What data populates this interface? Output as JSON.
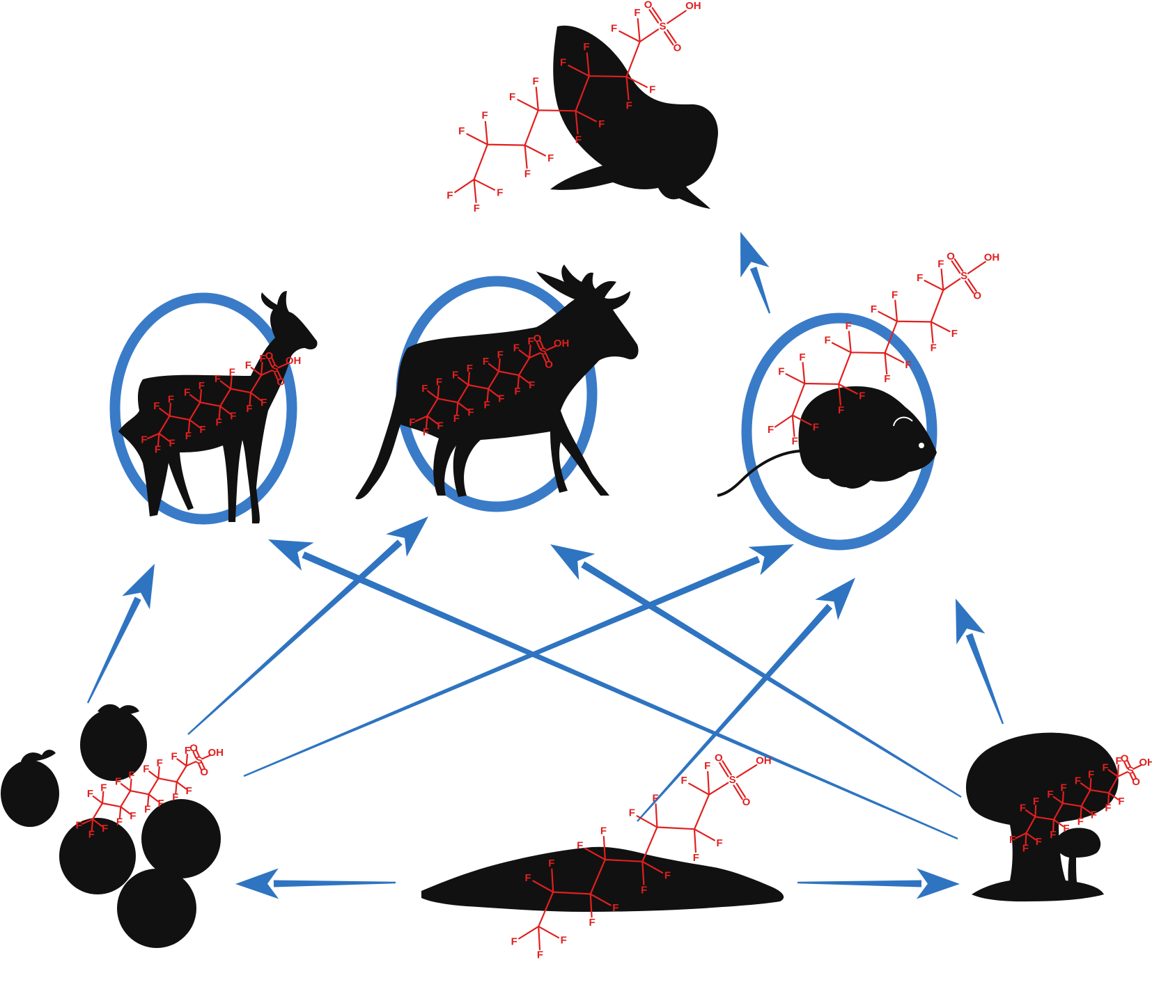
{
  "colors": {
    "arrow": "#2e74c1",
    "ring": "#3a7bc8",
    "molecule": "#e0201f",
    "silhouette": "#111111",
    "background": "#ffffff"
  },
  "atoms": {
    "fluorine": "F",
    "sulfur": "S",
    "oxygen": "O",
    "hydroxyl": "OH"
  },
  "nodes": [
    {
      "id": "owl",
      "icon": "owl-icon"
    },
    {
      "id": "deer",
      "icon": "deer-icon"
    },
    {
      "id": "moose",
      "icon": "moose-icon"
    },
    {
      "id": "vole",
      "icon": "vole-icon"
    },
    {
      "id": "berries",
      "icon": "berries-icon"
    },
    {
      "id": "soil",
      "icon": "soil-icon"
    },
    {
      "id": "mushroom",
      "icon": "mushroom-icon"
    }
  ],
  "edges": [
    {
      "from": "vole",
      "to": "owl"
    },
    {
      "from": "berries",
      "to": "deer"
    },
    {
      "from": "berries",
      "to": "moose"
    },
    {
      "from": "berries",
      "to": "vole"
    },
    {
      "from": "mushroom",
      "to": "deer"
    },
    {
      "from": "mushroom",
      "to": "moose"
    },
    {
      "from": "mushroom",
      "to": "vole"
    },
    {
      "from": "soil",
      "to": "vole"
    },
    {
      "from": "soil",
      "to": "berries"
    },
    {
      "from": "soil",
      "to": "mushroom"
    }
  ]
}
